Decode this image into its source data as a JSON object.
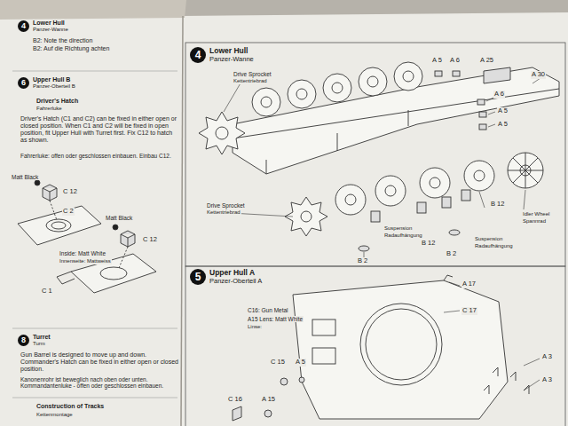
{
  "diagram": {
    "nodes": [
      {
        "text": [
          "4",
          "Lower Hull",
          "Panzer-Wanne"
        ]
      },
      {
        "text": [
          "6",
          "Upper Hull B",
          "Panzer-Oberteil B"
        ]
      },
      {
        "text": [
          "8",
          "Turret",
          "Turm"
        ]
      },
      {
        "text": [
          "4",
          "Lower Hull",
          "Panzer-Wanne"
        ]
      },
      {
        "text": [
          "5",
          "Upper Hull A",
          "Panzer-Oberteil A"
        ]
      }
    ],
    "labels": [
      "B2: Note the direction",
      "B2: Auf die Richtung achten",
      "Driver's Hatch",
      "Fahrerluke",
      "Driver's Hatch (C1 and C2) can be fixed in either open or closed position. When C1 and C2 will be fixed in open position, fit Upper Hull with Turret first. Fix C12 to hatch as shown.",
      "Fahrerluke: offen oder geschlossen einbauen. Einbau C12.",
      "Matt Black",
      "C 12",
      "C 2",
      "Matt Black",
      "C 12",
      "Inside: Matt White",
      "Innenseite: Mattweiss",
      "C 1",
      "Gun Barrel is designed to move up and down. Commander's Hatch can be fixed in either open or closed position.",
      "Kanonenrohr ist beweglich nach oben oder unten. Kommandantenluke - offen oder geschlossen einbauen.",
      "Construction of Tracks",
      "Kettenmontage",
      "Drive Sprocket",
      "Kettentriebrad",
      "A 5",
      "A 6",
      "A 25",
      "A 30",
      "A 6",
      "A 5",
      "A 5",
      "Drive Sprocket",
      "Kettentriebrad",
      "B 2",
      "B 12",
      "B 2",
      "Suspension",
      "Radaufhängung",
      "B 12",
      "Suspension",
      "Radaufhängung",
      "Idler Wheel",
      "Spannrad",
      "C16: Gun Metal",
      "A15 Lens: Matt White",
      "Linse:",
      "A 17",
      "C 17",
      "C 15",
      "A 5",
      "C 16",
      "A 15",
      "A 3",
      "A 3"
    ]
  }
}
